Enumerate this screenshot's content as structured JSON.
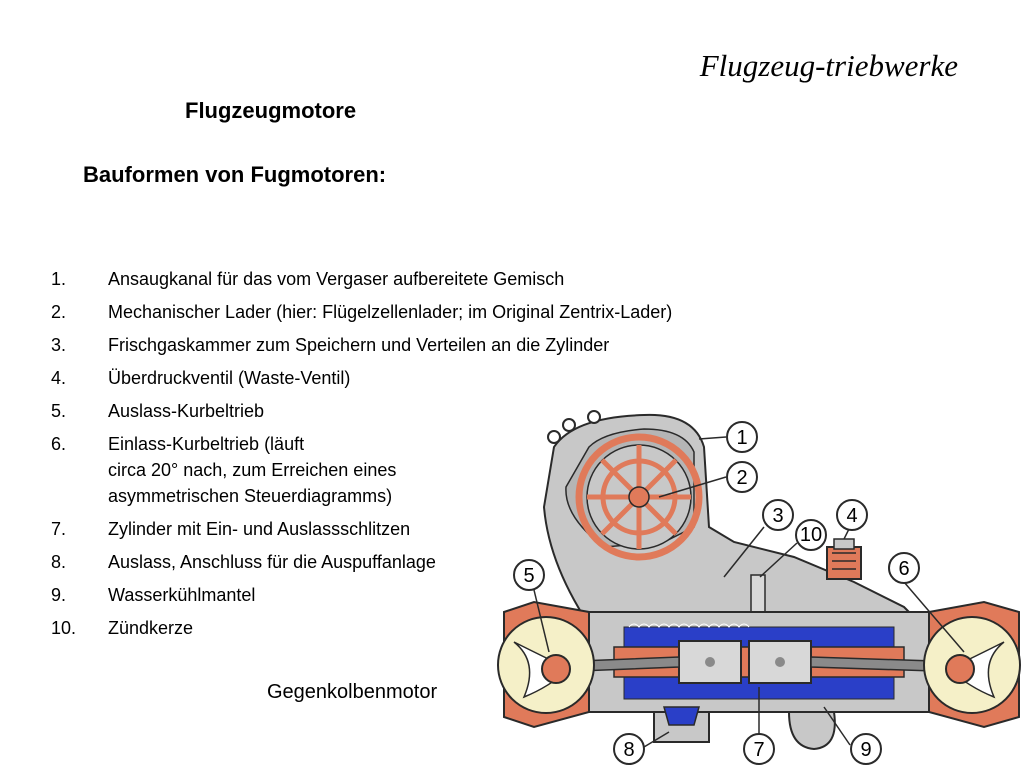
{
  "slide": {
    "title": "Flugzeug-triebwerke",
    "heading": "Flugzeugmotore",
    "subheading": "Bauformen von Fugmotoren:",
    "caption": "Gegenkolbenmotor"
  },
  "legend": [
    {
      "num": "1.",
      "lines": [
        "Ansaugkanal für das vom Vergaser aufbereitete Gemisch"
      ]
    },
    {
      "num": "2.",
      "lines": [
        "Mechanischer Lader (hier: Flügelzellenlader; im Original Zentrix-Lader)"
      ]
    },
    {
      "num": "3.",
      "lines": [
        "Frischgaskammer zum Speichern und Verteilen an die Zylinder"
      ]
    },
    {
      "num": "4.",
      "lines": [
        "Überdruckventil (Waste-Ventil)"
      ]
    },
    {
      "num": "5.",
      "lines": [
        "Auslass-Kurbeltrieb"
      ]
    },
    {
      "num": "6.",
      "lines": [
        "Einlass-Kurbeltrieb (läuft",
        "circa 20° nach, zum Erreichen eines",
        "asymmetrischen Steuerdiagramms)"
      ]
    },
    {
      "num": "7.",
      "lines": [
        "Zylinder mit Ein- und Auslassschlitzen"
      ]
    },
    {
      "num": "8.",
      "lines": [
        "Auslass, Anschluss für die Auspuffanlage"
      ]
    },
    {
      "num": "9.",
      "lines": [
        "Wasserkühlmantel"
      ]
    },
    {
      "num": "10.",
      "lines": [
        "Zündkerze"
      ]
    }
  ],
  "figure": {
    "callouts": [
      "1",
      "2",
      "3",
      "4",
      "5",
      "6",
      "7",
      "8",
      "9",
      "10"
    ]
  },
  "colors": {
    "casing": "#c8c8c8",
    "casing_dark": "#8a8a8a",
    "section_red": "#e07a5a",
    "outline": "#2a2a2a",
    "crank_cream": "#f5f0c8",
    "water_blue": "#2a3fc8",
    "piston_grey": "#d8d8d8"
  }
}
